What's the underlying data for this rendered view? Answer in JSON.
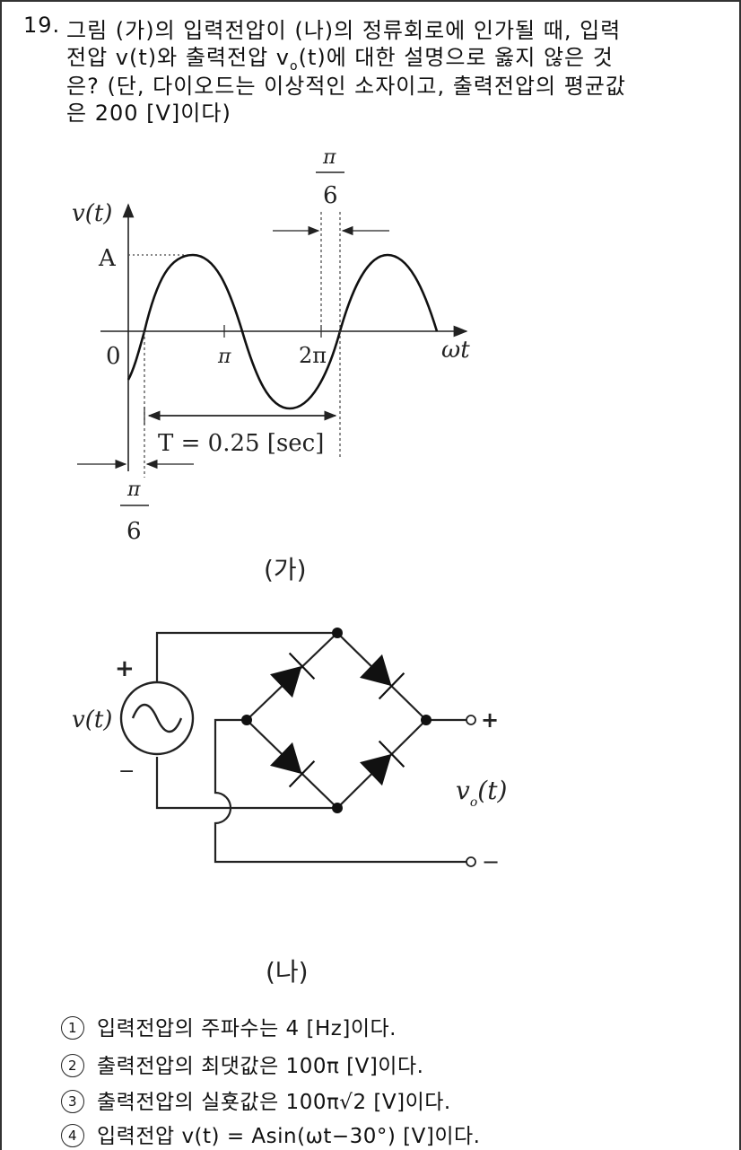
{
  "question": {
    "number": "19.",
    "line1": "그림 (가)의 입력전압이 (나)의 정류회로에 인가될 때, 입력",
    "line2_a": "전압 v(t)와 출력전압 v",
    "line2_sub": "o",
    "line2_b": "(t)에 대한 설명으로 옳지 않은 것",
    "line3": "은? (단, 다이오드는 이상적인 소자이고, 출력전압의 평균값",
    "line4": "은 200 [V]이다)"
  },
  "figure_a": {
    "caption": "(가)",
    "y_axis_label": "v(t)",
    "amplitude_label": "A",
    "origin_label": "0",
    "pi_label": "π",
    "two_pi_label": "2π",
    "x_axis_label": "ωt",
    "period_label": "T = 0.25 [sec]",
    "shift_top_num": "π",
    "shift_top_den": "6",
    "shift_bottom_num": "π",
    "shift_bottom_den": "6"
  },
  "figure_b": {
    "caption": "(나)",
    "source_label": "v(t)",
    "plus_in": "+",
    "minus_in": "−",
    "plus_out": "+",
    "minus_out": "−",
    "output_label": "v",
    "output_sub": "o",
    "output_arg": "(t)"
  },
  "choices": [
    {
      "mark": "1",
      "text": "입력전압의 주파수는 4 [Hz]이다."
    },
    {
      "mark": "2",
      "text": "출력전압의 최댓값은 100π [V]이다."
    },
    {
      "mark": "3",
      "text": "출력전압의 실횻값은 100π√2 [V]이다."
    },
    {
      "mark": "4",
      "text": "입력전압 v(t) = Asin(ωt−30°) [V]이다."
    }
  ]
}
